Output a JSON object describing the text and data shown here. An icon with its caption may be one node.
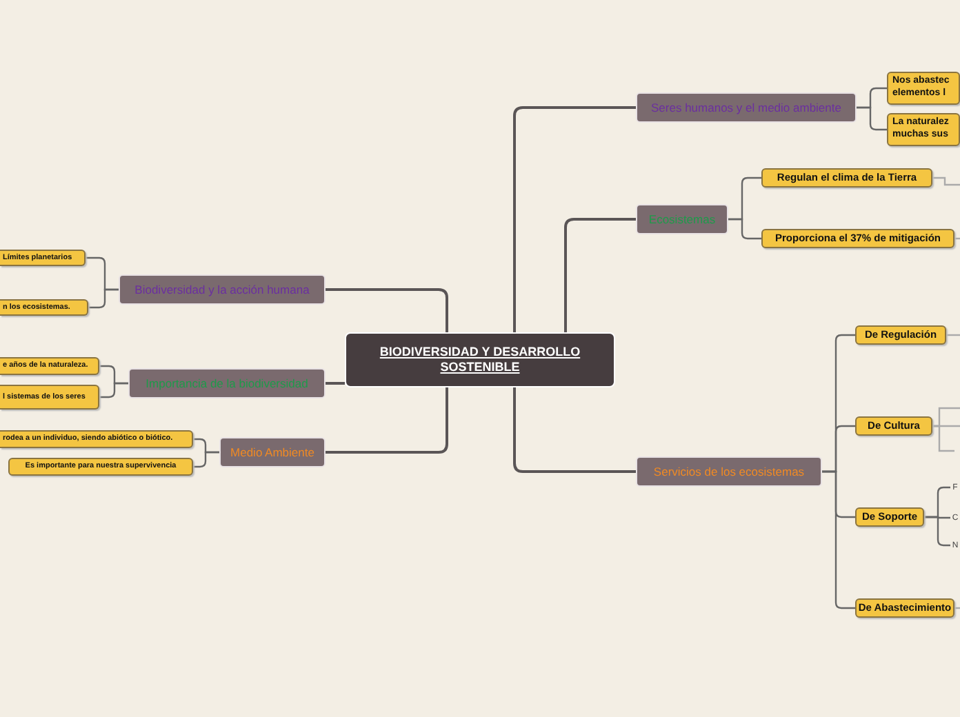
{
  "diagram": {
    "nodes": [
      {
        "text": [
          "BIODIVERSIDAD Y DESARROLLO SOSTENIBLE"
        ]
      },
      {
        "text": [
          "Biodiversidad y la acción humana"
        ]
      },
      {
        "text": [
          "Límites planetarios"
        ]
      },
      {
        "text": [
          "n los ecosistemas."
        ]
      },
      {
        "text": [
          "Importancia de la biodiversidad"
        ]
      },
      {
        "text": [
          "e años de la naturaleza."
        ]
      },
      {
        "text": [
          "l sistemas de los seres"
        ]
      },
      {
        "text": [
          "Medio Ambiente"
        ]
      },
      {
        "text": [
          "rodea a un individuo, siendo abiótico o biótico."
        ]
      },
      {
        "text": [
          "Es importante para nuestra supervivencia"
        ]
      },
      {
        "text": [
          "Seres humanos y el medio ambiente"
        ]
      },
      {
        "text": [
          "Nos abastec elementos l"
        ]
      },
      {
        "text": [
          "La naturalez muchas sus"
        ]
      },
      {
        "text": [
          "Ecosistemas"
        ]
      },
      {
        "text": [
          "Regulan el clima de la Tierra"
        ]
      },
      {
        "text": [
          "Proporciona el 37% de mitigación"
        ]
      },
      {
        "text": [
          "Servicios de los ecosistemas"
        ]
      },
      {
        "text": [
          "De Regulación"
        ]
      },
      {
        "text": [
          "De Cultura"
        ]
      },
      {
        "text": [
          "De Soporte"
        ]
      },
      {
        "text": [
          "De Abastecimiento"
        ]
      },
      {
        "text": [
          "F"
        ]
      },
      {
        "text": [
          "C"
        ]
      },
      {
        "text": [
          "N"
        ]
      }
    ],
    "edges": [
      {
        "from": 0,
        "to": 1,
        "arrow": "none"
      },
      {
        "from": 1,
        "to": 2,
        "arrow": "none"
      },
      {
        "from": 1,
        "to": 3,
        "arrow": "none"
      },
      {
        "from": 0,
        "to": 4,
        "arrow": "none"
      },
      {
        "from": 4,
        "to": 5,
        "arrow": "none"
      },
      {
        "from": 4,
        "to": 6,
        "arrow": "none"
      },
      {
        "from": 0,
        "to": 7,
        "arrow": "none"
      },
      {
        "from": 7,
        "to": 8,
        "arrow": "none"
      },
      {
        "from": 7,
        "to": 9,
        "arrow": "none"
      },
      {
        "from": 0,
        "to": 10,
        "arrow": "none"
      },
      {
        "from": 10,
        "to": 11,
        "arrow": "none"
      },
      {
        "from": 10,
        "to": 12,
        "arrow": "none"
      },
      {
        "from": 0,
        "to": 13,
        "arrow": "none"
      },
      {
        "from": 13,
        "to": 14,
        "arrow": "none"
      },
      {
        "from": 13,
        "to": 15,
        "arrow": "none"
      },
      {
        "from": 0,
        "to": 16,
        "arrow": "none"
      },
      {
        "from": 16,
        "to": 17,
        "arrow": "none"
      },
      {
        "from": 16,
        "to": 18,
        "arrow": "none"
      },
      {
        "from": 16,
        "to": 19,
        "arrow": "none"
      },
      {
        "from": 16,
        "to": 20,
        "arrow": "none"
      },
      {
        "from": 19,
        "to": 21,
        "arrow": "none"
      },
      {
        "from": 19,
        "to": 22,
        "arrow": "none"
      },
      {
        "from": 19,
        "to": 23,
        "arrow": "none"
      },
      {
        "from": 14,
        "to": null,
        "arrow": "none"
      },
      {
        "from": 15,
        "to": null,
        "arrow": "none"
      },
      {
        "from": 17,
        "to": null,
        "arrow": "none"
      },
      {
        "from": 18,
        "to": null,
        "arrow": "none"
      },
      {
        "from": 18,
        "to": null,
        "arrow": "none"
      },
      {
        "from": 18,
        "to": null,
        "arrow": "none"
      },
      {
        "from": 20,
        "to": null,
        "arrow": "none"
      }
    ]
  }
}
